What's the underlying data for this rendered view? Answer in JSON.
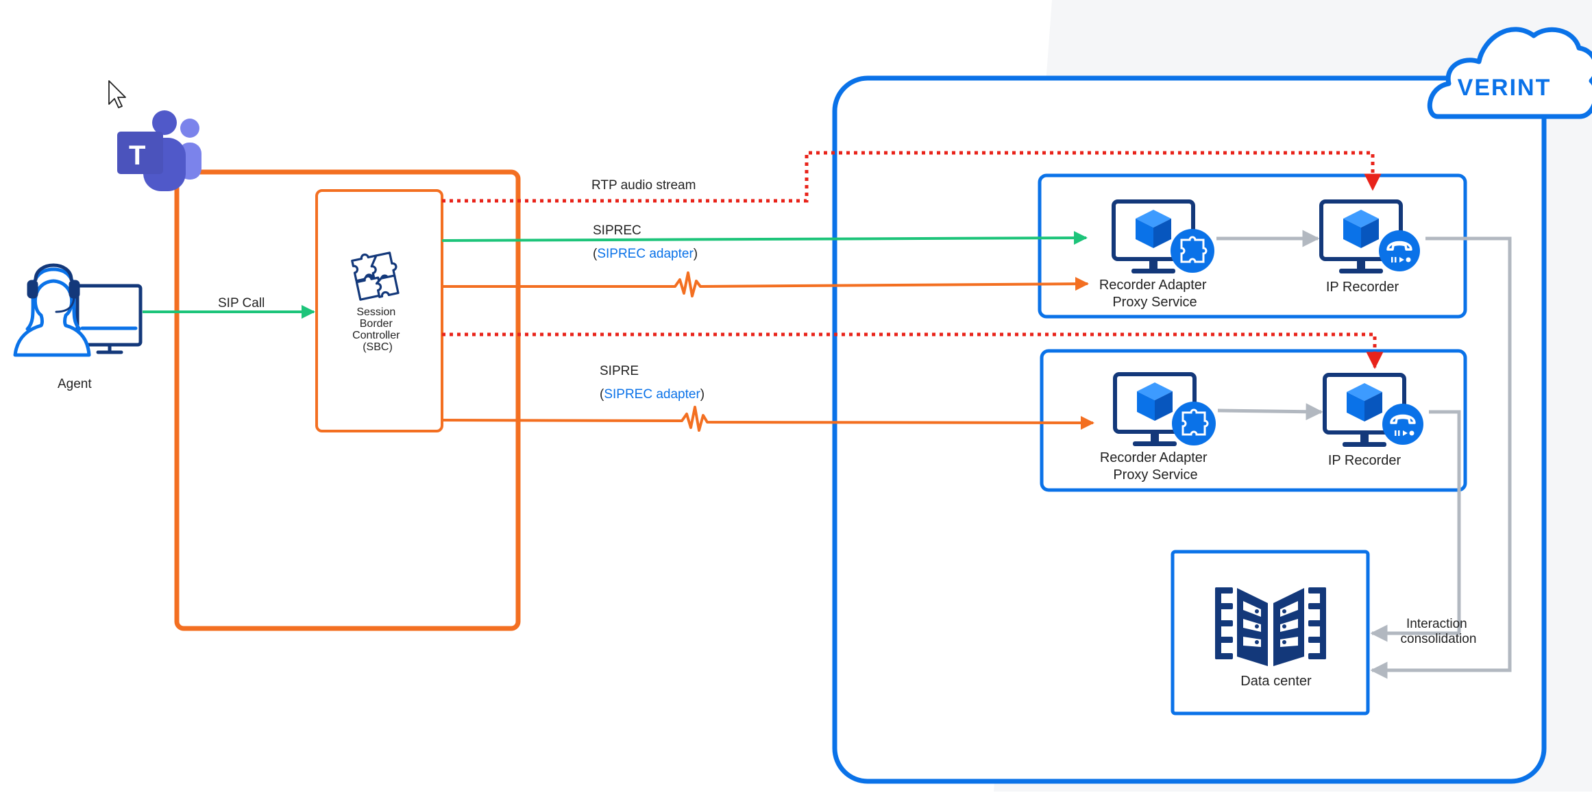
{
  "agent": {
    "label": "Agent"
  },
  "teams": {
    "letter": "T"
  },
  "sbc": {
    "label_lines": [
      "Session",
      "Border",
      "Controller",
      "(SBC)"
    ]
  },
  "links": {
    "sip_call": "SIP Call",
    "rtp_stream": "RTP audio stream",
    "siprec_1": "SIPREC",
    "siprec_2": "SIPRE",
    "adapter_open": "(",
    "adapter_name": "SIPREC adapter",
    "adapter_close": ")"
  },
  "cloud": {
    "brand": "VERINT"
  },
  "recorder_group_1": {
    "adapter_lines": [
      "Recorder Adapter",
      "Proxy Service"
    ],
    "ip_recorder": "IP Recorder"
  },
  "recorder_group_2": {
    "adapter_lines": [
      "Recorder Adapter",
      "Proxy Service"
    ],
    "ip_recorder": "IP Recorder"
  },
  "datacenter": {
    "label": "Data center",
    "consolidation_lines": [
      "Interaction",
      "consolidation"
    ]
  },
  "colors": {
    "orange": "#F36F21",
    "blue": "#0A72E8",
    "dark_blue": "#13387A",
    "green": "#1DC47A",
    "red": "#E8231A",
    "gray": "#B2B8C0",
    "link_blue": "#0A72E8"
  },
  "icons": [
    "cursor-icon",
    "teams-logo-icon",
    "agent-icon",
    "puzzle-icon",
    "monitor-cube-icon",
    "phone-recorder-icon",
    "datacenter-icon",
    "cloud-icon",
    "zigzag-audio-icon"
  ]
}
